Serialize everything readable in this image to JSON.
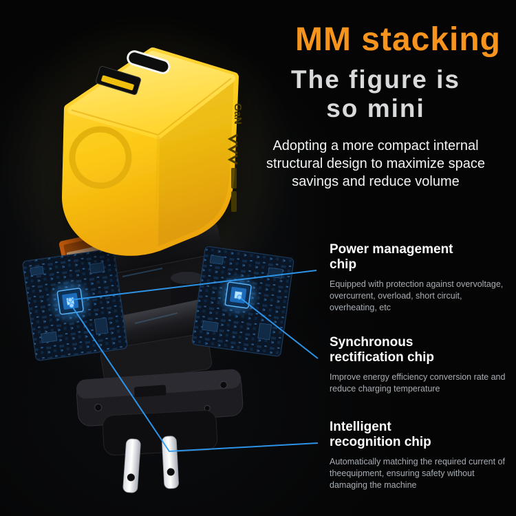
{
  "colors": {
    "accent_orange": "#F7941E",
    "accent_blue": "#2F9BF2",
    "charger_yellow": "#FCCB17",
    "heading_gray": "#D8DADC",
    "body_text": "#F2F3F4",
    "muted_text": "#A8AEB4",
    "background": "#050505"
  },
  "header": {
    "title": "MM stacking",
    "subtitle_line1": "The figure is",
    "subtitle_line2": "so mini",
    "description": "Adopting a more compact internal structural design to maximize space savings and reduce volume"
  },
  "product": {
    "gan_label": "GaN"
  },
  "callouts": [
    {
      "title": "Power management chip",
      "description": "Equipped with protection against overvoltage, overcurrent, overload, short circuit, overheating, etc"
    },
    {
      "title": "Synchronous rectification chip",
      "description": "Improve energy efficiency conversion rate and reduce charging temperature"
    },
    {
      "title": "Intelligent recognition chip",
      "description": "Automatically matching the required current of theequipment, ensuring safety without damaging the machine"
    }
  ]
}
